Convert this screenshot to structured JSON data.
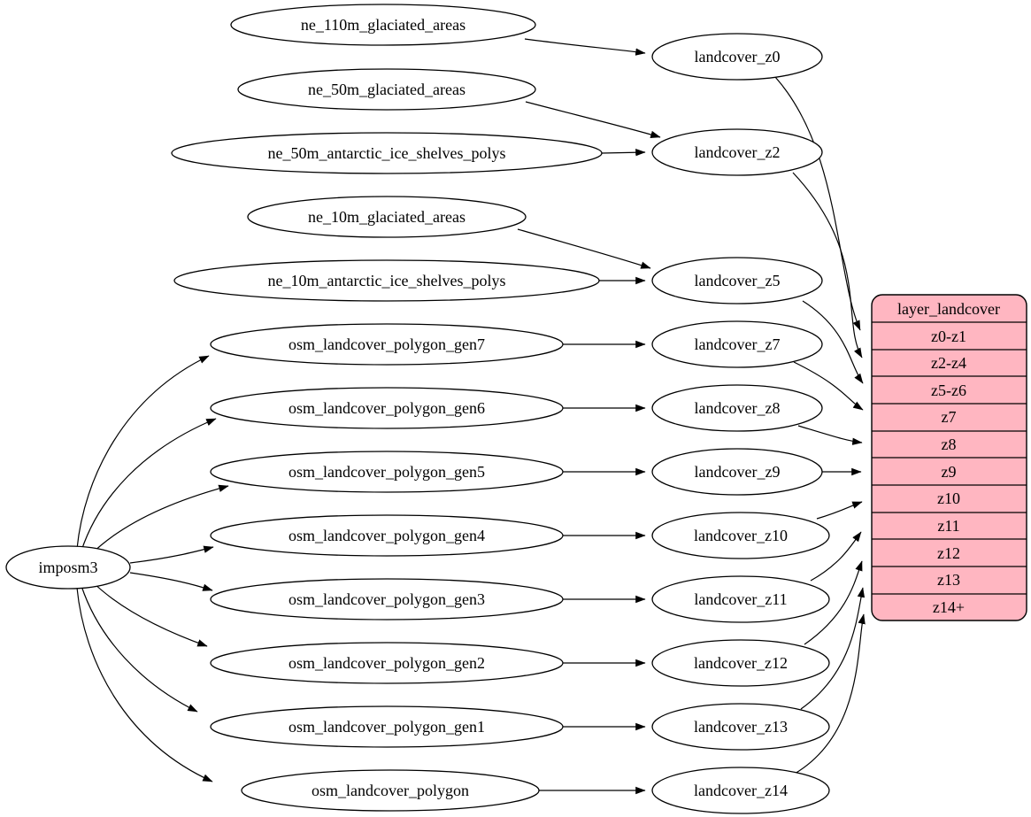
{
  "diagram": {
    "kind": "etl-dependency-graph",
    "tool": "imposm3",
    "sources": [
      "ne_110m_glaciated_areas",
      "ne_50m_glaciated_areas",
      "ne_50m_antarctic_ice_shelves_polys",
      "ne_10m_glaciated_areas",
      "ne_10m_antarctic_ice_shelves_polys",
      "osm_landcover_polygon_gen7",
      "osm_landcover_polygon_gen6",
      "osm_landcover_polygon_gen5",
      "osm_landcover_polygon_gen4",
      "osm_landcover_polygon_gen3",
      "osm_landcover_polygon_gen2",
      "osm_landcover_polygon_gen1",
      "osm_landcover_polygon"
    ],
    "generalized": [
      "landcover_z0",
      "landcover_z2",
      "landcover_z5",
      "landcover_z7",
      "landcover_z8",
      "landcover_z9",
      "landcover_z10",
      "landcover_z11",
      "landcover_z12",
      "landcover_z13",
      "landcover_z14"
    ],
    "table": {
      "title": "layer_landcover",
      "rows": [
        "z0-z1",
        "z2-z4",
        "z5-z6",
        "z7",
        "z8",
        "z9",
        "z10",
        "z11",
        "z12",
        "z13",
        "z14+"
      ]
    },
    "edges": [
      {
        "from": "imposm3",
        "to": "osm_landcover_polygon_gen7"
      },
      {
        "from": "imposm3",
        "to": "osm_landcover_polygon_gen6"
      },
      {
        "from": "imposm3",
        "to": "osm_landcover_polygon_gen5"
      },
      {
        "from": "imposm3",
        "to": "osm_landcover_polygon_gen4"
      },
      {
        "from": "imposm3",
        "to": "osm_landcover_polygon_gen3"
      },
      {
        "from": "imposm3",
        "to": "osm_landcover_polygon_gen2"
      },
      {
        "from": "imposm3",
        "to": "osm_landcover_polygon_gen1"
      },
      {
        "from": "imposm3",
        "to": "osm_landcover_polygon"
      },
      {
        "from": "ne_110m_glaciated_areas",
        "to": "landcover_z0"
      },
      {
        "from": "ne_50m_glaciated_areas",
        "to": "landcover_z2"
      },
      {
        "from": "ne_50m_antarctic_ice_shelves_polys",
        "to": "landcover_z2"
      },
      {
        "from": "ne_10m_glaciated_areas",
        "to": "landcover_z5"
      },
      {
        "from": "ne_10m_antarctic_ice_shelves_polys",
        "to": "landcover_z5"
      },
      {
        "from": "osm_landcover_polygon_gen7",
        "to": "landcover_z7"
      },
      {
        "from": "osm_landcover_polygon_gen6",
        "to": "landcover_z8"
      },
      {
        "from": "osm_landcover_polygon_gen5",
        "to": "landcover_z9"
      },
      {
        "from": "osm_landcover_polygon_gen4",
        "to": "landcover_z10"
      },
      {
        "from": "osm_landcover_polygon_gen3",
        "to": "landcover_z11"
      },
      {
        "from": "osm_landcover_polygon_gen2",
        "to": "landcover_z12"
      },
      {
        "from": "osm_landcover_polygon_gen1",
        "to": "landcover_z13"
      },
      {
        "from": "osm_landcover_polygon",
        "to": "landcover_z14"
      },
      {
        "from": "landcover_z0",
        "to": "layer_landcover.z0-z1"
      },
      {
        "from": "landcover_z2",
        "to": "layer_landcover.z2-z4"
      },
      {
        "from": "landcover_z5",
        "to": "layer_landcover.z5-z6"
      },
      {
        "from": "landcover_z7",
        "to": "layer_landcover.z7"
      },
      {
        "from": "landcover_z8",
        "to": "layer_landcover.z8"
      },
      {
        "from": "landcover_z9",
        "to": "layer_landcover.z9"
      },
      {
        "from": "landcover_z10",
        "to": "layer_landcover.z10"
      },
      {
        "from": "landcover_z11",
        "to": "layer_landcover.z11"
      },
      {
        "from": "landcover_z12",
        "to": "layer_landcover.z12"
      },
      {
        "from": "landcover_z13",
        "to": "layer_landcover.z13"
      },
      {
        "from": "landcover_z14",
        "to": "layer_landcover.z14+"
      }
    ],
    "colors": {
      "table_fill": "#FFB6C1",
      "node_fill": "#FFFFFF",
      "stroke": "#000000",
      "background": "#FFFFFF"
    }
  }
}
